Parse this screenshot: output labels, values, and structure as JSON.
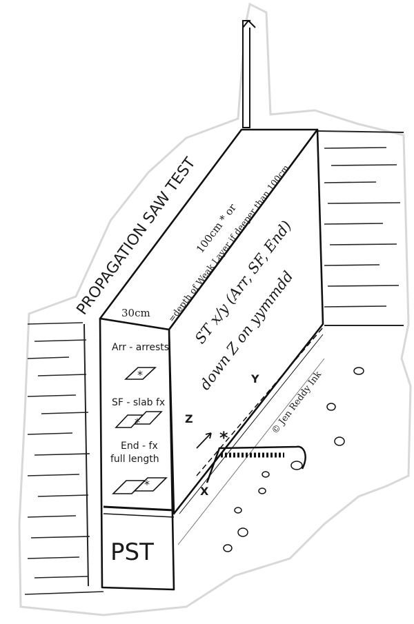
{
  "diagram": {
    "top_edge_title": "PROPAGATION SAW TEST",
    "width_label": "30cm",
    "length_label_line1": "100cm * or",
    "length_label_line2": "=depth of Weak Layer if deeper than 100cm",
    "notation_line1": "ST x/y (Arr, SF, End)",
    "notation_line2": "down Z on yymmdd",
    "credit": "© Jen Reddy Ink",
    "axis_x": "X",
    "axis_y": "Y",
    "axis_z": "Z",
    "crack_marker": "*",
    "legend": [
      {
        "label": "Arr - arrests"
      },
      {
        "label": "SF - slab fx"
      },
      {
        "label": "End - fx",
        "label2": "full length"
      }
    ],
    "end_face_label": "PST"
  }
}
